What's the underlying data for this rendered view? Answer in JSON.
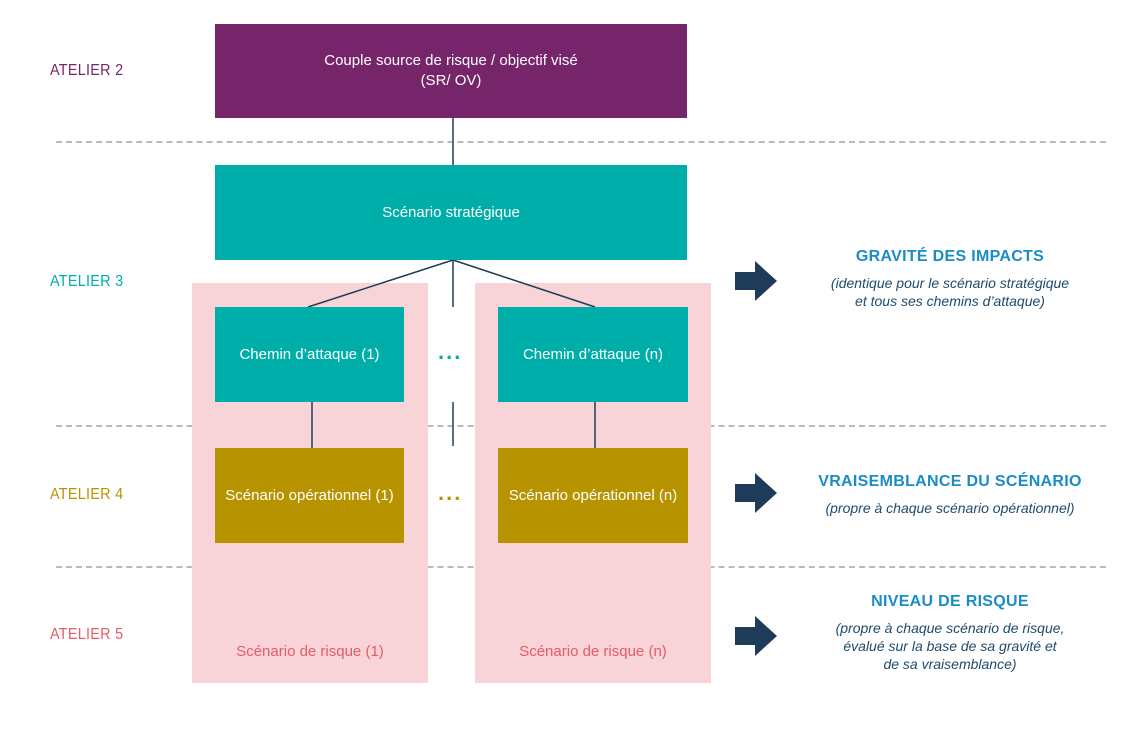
{
  "ateliers": {
    "a2": "ATELIER 2",
    "a3": "ATELIER 3",
    "a4": "ATELIER 4",
    "a5": "ATELIER 5"
  },
  "boxes": {
    "srov_line1": "Couple source de risque / objectif visé",
    "srov_line2": "(SR/ OV)",
    "strategique": "Scénario stratégique",
    "chemin_1": "Chemin d’attaque (1)",
    "chemin_n": "Chemin d’attaque (n)",
    "operationnel_1": "Scénario opérationnel (1)",
    "operationnel_n": "Scénario opérationnel (n)",
    "risque_1": "Scénario de risque (1)",
    "risque_n": "Scénario de risque (n)"
  },
  "ellipsis": "...",
  "outcomes": {
    "gravite": {
      "title": "GRAVITÉ DES IMPACTS",
      "line1": "(identique pour le scénario stratégique",
      "line2": "et tous ses chemins d’attaque)"
    },
    "vraisemblance": {
      "title": "VRAISEMBLANCE DU SCÉNARIO",
      "line1": "(propre à chaque scénario opérationnel)"
    },
    "niveau": {
      "title": "NIVEAU DE RISQUE",
      "line1": "(propre à chaque scénario de risque,",
      "line2": "évalué sur la base de sa gravité et",
      "line3": "de sa vraisemblance)"
    }
  },
  "colors": {
    "purple": "#76256b",
    "teal": "#00aea9",
    "olive": "#b89300",
    "pink": "#f8d3d8",
    "risk_text": "#e25c6a",
    "navy": "#1e3c5a",
    "blue_title": "#1a8cc6"
  }
}
